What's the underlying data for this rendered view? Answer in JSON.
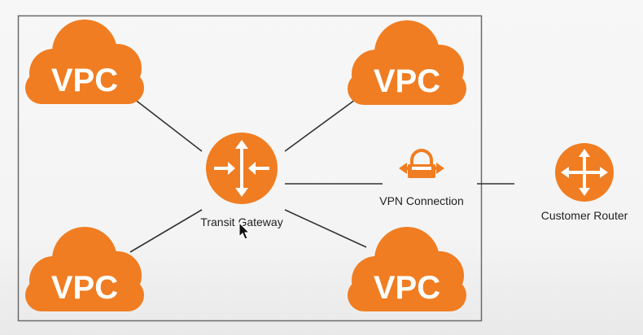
{
  "diagram": {
    "vpcs": [
      {
        "label": "VPC"
      },
      {
        "label": "VPC"
      },
      {
        "label": "VPC"
      },
      {
        "label": "VPC"
      }
    ],
    "transit_gateway": {
      "label": "Transit Gateway"
    },
    "vpn_connection": {
      "label": "VPN Connection"
    },
    "customer_router": {
      "label": "Customer Router"
    },
    "colors": {
      "accent": "#f07d22",
      "accent_dark": "#e06d12",
      "line": "#333333",
      "boundary": "#6a6a6a"
    },
    "icons": {
      "vpc": "cloud-icon",
      "transit_gateway": "router-arrows-icon",
      "vpn_connection": "lock-icon",
      "customer_router": "router-arrows-icon"
    }
  }
}
